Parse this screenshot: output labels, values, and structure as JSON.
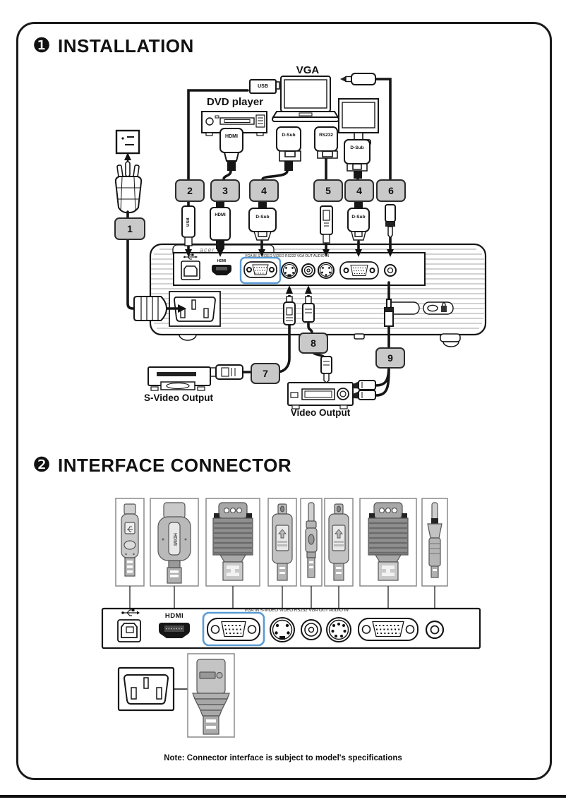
{
  "colors": {
    "highlight": "#5b9bd5",
    "numbox_fill": "#c9c9c9"
  },
  "headings": {
    "installation": {
      "bullet": "❶",
      "title": "INSTALLATION"
    },
    "interface": {
      "bullet": "❷",
      "title": "INTERFACE CONNECTOR"
    }
  },
  "installation": {
    "labels": {
      "vga": "VGA",
      "dvd_player": "DVD player",
      "svideo_output": "S-Video Output",
      "video_output": "Video Output",
      "acer_logo": "acer",
      "panel_ports": "VGA IN S-VIDEO VIDEO RS232 VGA OUT AUDIO IN",
      "panel_hdmi": "HDMI"
    },
    "tags": {
      "usb_top": "USB",
      "hdmi_upper": "HDMI",
      "dsub_laptop": "D-Sub",
      "rs232_upper": "RS232",
      "dsub_monitor": "D-Sub",
      "usb_lower": "USB",
      "hdmi_lower": "HDMI",
      "dsub_lower_a": "D-Sub",
      "dsub_lower_b": "D-Sub"
    },
    "cable_numbers": {
      "n1": "1",
      "n2": "2",
      "n3": "3",
      "n4a": "4",
      "n5": "5",
      "n4b": "4",
      "n6": "6",
      "n7": "7",
      "n8": "8",
      "n9": "9"
    }
  },
  "interface": {
    "panel": {
      "hdmi": "HDMI",
      "ports": "VGA IN S-VIDEO VIDEO RS232 VGA OUT AUDIO IN"
    },
    "labels": {
      "hdmi_plug": "HDMI"
    }
  },
  "note": "Note: Connector interface is subject to model's specifications"
}
